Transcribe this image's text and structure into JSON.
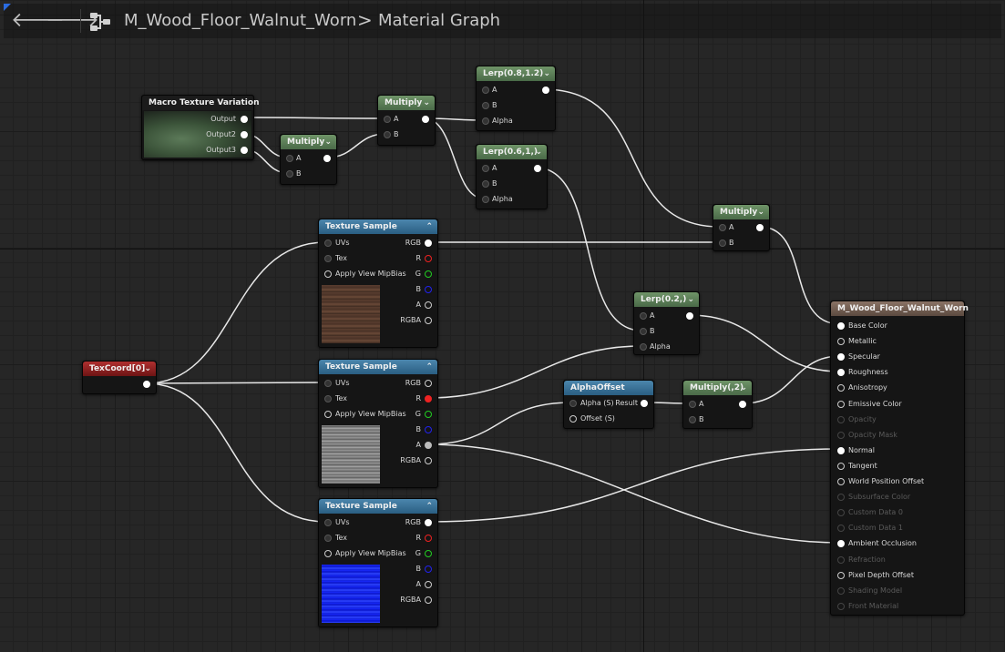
{
  "header": {
    "asset_name": "M_Wood_Floor_Walnut_Worn",
    "separator": ">",
    "graph_name": "Material Graph",
    "back_icon": "arrow-left-icon",
    "forward_icon": "arrow-right-icon"
  },
  "nodes": {
    "macro": {
      "title": "Macro Texture Variation",
      "outputs": [
        "Output",
        "Output2",
        "Output3"
      ]
    },
    "multiply1": {
      "title": "Multiply",
      "inputs": [
        "A",
        "B"
      ]
    },
    "multiply2": {
      "title": "Multiply",
      "inputs": [
        "A",
        "B"
      ]
    },
    "lerp1": {
      "title": "Lerp(0.8,1.2)",
      "inputs": [
        "A",
        "B",
        "Alpha"
      ]
    },
    "lerp2": {
      "title": "Lerp(0.6,1,)",
      "inputs": [
        "A",
        "B",
        "Alpha"
      ]
    },
    "multiply3": {
      "title": "Multiply",
      "inputs": [
        "A",
        "B"
      ]
    },
    "lerp3": {
      "title": "Lerp(0.2,)",
      "inputs": [
        "A",
        "B",
        "Alpha"
      ]
    },
    "texcoord": {
      "title": "TexCoord[0]"
    },
    "texsample1": {
      "title": "Texture Sample",
      "inputs": [
        "UVs",
        "Tex",
        "Apply View MipBias"
      ],
      "outputs": [
        "RGB",
        "R",
        "G",
        "B",
        "A",
        "RGBA"
      ]
    },
    "texsample2": {
      "title": "Texture Sample",
      "inputs": [
        "UVs",
        "Tex",
        "Apply View MipBias"
      ],
      "outputs": [
        "RGB",
        "R",
        "G",
        "B",
        "A",
        "RGBA"
      ]
    },
    "texsample3": {
      "title": "Texture Sample",
      "inputs": [
        "UVs",
        "Tex",
        "Apply View MipBias"
      ],
      "outputs": [
        "RGB",
        "R",
        "G",
        "B",
        "A",
        "RGBA"
      ]
    },
    "alphaoffset": {
      "title": "AlphaOffset",
      "inputs": [
        "Alpha (S)",
        "Offset (S)"
      ],
      "outputs": [
        "Result"
      ]
    },
    "multiply4": {
      "title": "Multiply(,2)",
      "inputs": [
        "A",
        "B"
      ]
    },
    "material": {
      "title": "M_Wood_Floor_Walnut_Worn",
      "inputs": [
        {
          "label": "Base Color",
          "enabled": true,
          "connected": true
        },
        {
          "label": "Metallic",
          "enabled": true,
          "connected": false
        },
        {
          "label": "Specular",
          "enabled": true,
          "connected": true
        },
        {
          "label": "Roughness",
          "enabled": true,
          "connected": true
        },
        {
          "label": "Anisotropy",
          "enabled": true,
          "connected": false
        },
        {
          "label": "Emissive Color",
          "enabled": true,
          "connected": false
        },
        {
          "label": "Opacity",
          "enabled": false,
          "connected": false
        },
        {
          "label": "Opacity Mask",
          "enabled": false,
          "connected": false
        },
        {
          "label": "Normal",
          "enabled": true,
          "connected": true
        },
        {
          "label": "Tangent",
          "enabled": true,
          "connected": false
        },
        {
          "label": "World Position Offset",
          "enabled": true,
          "connected": false
        },
        {
          "label": "Subsurface Color",
          "enabled": false,
          "connected": false
        },
        {
          "label": "Custom Data 0",
          "enabled": false,
          "connected": false
        },
        {
          "label": "Custom Data 1",
          "enabled": false,
          "connected": false
        },
        {
          "label": "Ambient Occlusion",
          "enabled": true,
          "connected": true
        },
        {
          "label": "Refraction",
          "enabled": false,
          "connected": false
        },
        {
          "label": "Pixel Depth Offset",
          "enabled": true,
          "connected": false
        },
        {
          "label": "Shading Model",
          "enabled": false,
          "connected": false
        },
        {
          "label": "Front Material",
          "enabled": false,
          "connected": false
        }
      ]
    }
  },
  "colors": {
    "graph_bg": "#262626",
    "math_node": "#5a7d56",
    "texture_node": "#2f6a91",
    "texcoord_node": "#8e1f1f",
    "material_node": "#7a6558",
    "wire": "#e8e8e8"
  }
}
